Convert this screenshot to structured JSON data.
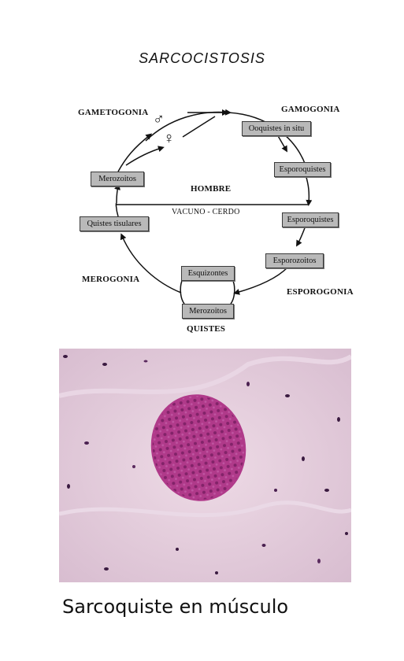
{
  "diagram": {
    "title": "SARCOCISTOSIS",
    "phases": {
      "gametogonia": "GAMETOGONIA",
      "gamogonia": "GAMOGONIA",
      "merogonia": "MEROGONIA",
      "esporogonia": "ESPOROGONIA",
      "quistes": "QUISTES"
    },
    "hosts": {
      "definitive": "HOMBRE",
      "intermediate": "VACUNO - CERDO"
    },
    "stages": [
      "Ooquistes in situ",
      "Esporoquistes",
      "Esporoquistes",
      "Esporozoitos",
      "Esquizontes",
      "Merozoitos",
      "Quistes tisulares",
      "Merozoitos"
    ],
    "male_symbol": "♂",
    "female_symbol": "♀"
  },
  "photo": {
    "caption": "Sarcoquiste en músculo"
  },
  "colors": {
    "box_fill": "#b9b9b9",
    "cyst": "#b03a8a",
    "tissue": "#e6cfe0"
  }
}
